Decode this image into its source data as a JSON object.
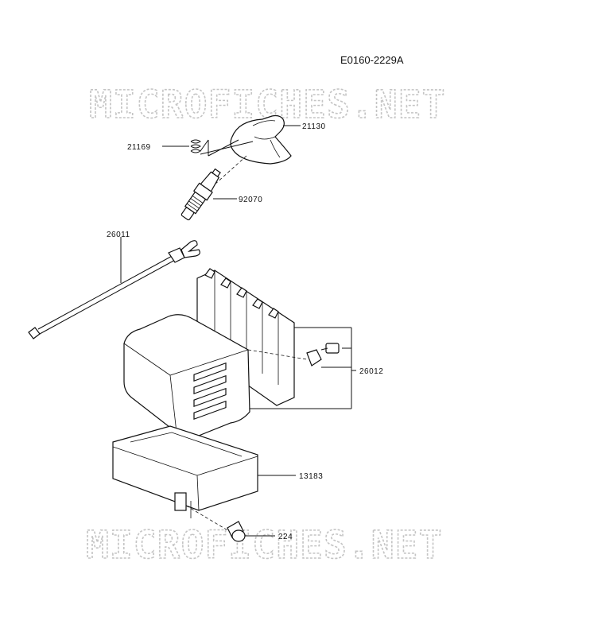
{
  "diagram_code": "E0160-2229A",
  "watermark": "MICROFICHES.NET",
  "parts": [
    {
      "id": "p21130",
      "number": "21130"
    },
    {
      "id": "p21169",
      "number": "21169"
    },
    {
      "id": "p92070",
      "number": "92070"
    },
    {
      "id": "p26011",
      "number": "26011"
    },
    {
      "id": "p26012",
      "number": "26012"
    },
    {
      "id": "p13183",
      "number": "13183"
    },
    {
      "id": "p224",
      "number": "224"
    }
  ]
}
